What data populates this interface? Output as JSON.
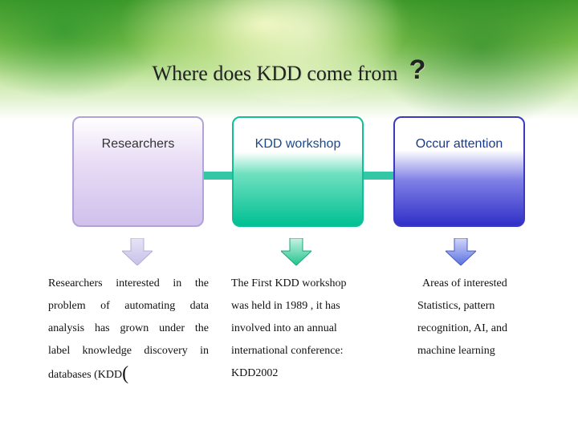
{
  "slide": {
    "title": "Where does KDD come from",
    "title_mark": "?"
  },
  "cards": [
    {
      "label": "Researchers",
      "color": "#cfc0ec"
    },
    {
      "label": "KDD workshop",
      "color": "#00c093"
    },
    {
      "label": "Occur attention",
      "color": "#3030c8"
    }
  ],
  "connector_color": "#33c7a5",
  "columns": [
    {
      "lines": [
        "Researchers interested in the",
        "problem of automating data",
        "analysis has grown under the",
        "label knowledge discovery in",
        "databases (KDD"
      ],
      "trailing_mark": "("
    },
    {
      "lines": [
        "The First KDD workshop",
        "was held in 1989 , it has",
        "involved into an annual",
        "international conference:",
        "KDD2002"
      ]
    },
    {
      "lines": [
        "Areas of interested",
        "Statistics, pattern",
        "recognition, AI, and",
        "machine learning"
      ]
    }
  ],
  "icons": [
    "down-arrow-icon",
    "down-arrow-icon",
    "down-arrow-icon"
  ]
}
